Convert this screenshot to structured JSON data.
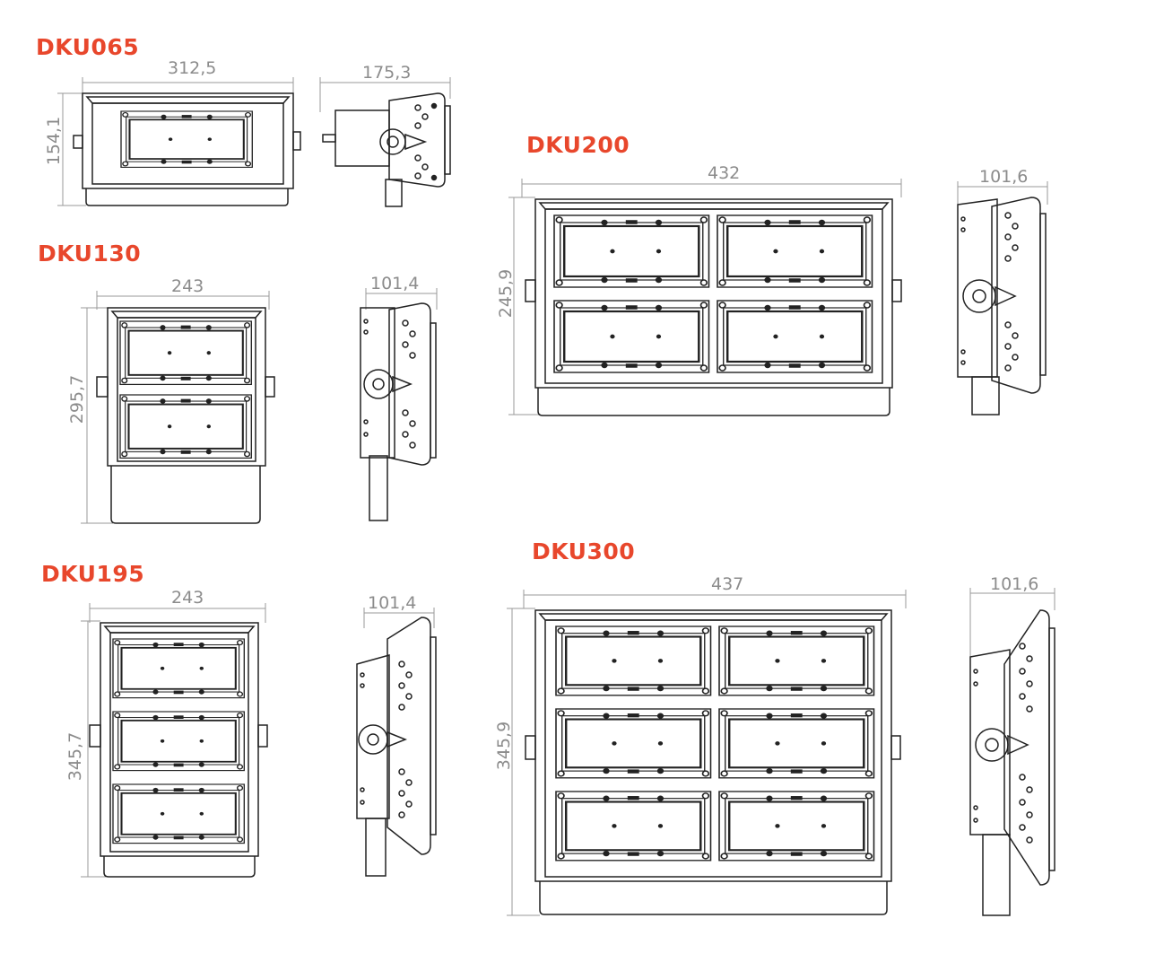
{
  "colors": {
    "title": "#e8472c",
    "dimension_text": "#8c8c8c",
    "line": "#222222",
    "dim_line": "#9a9a9a"
  },
  "models": [
    {
      "name": "DKU065",
      "front_width": "312,5",
      "height": "154,1",
      "side_depth": "175,3"
    },
    {
      "name": "DKU130",
      "front_width": "243",
      "height": "295,7",
      "side_depth": "101,4"
    },
    {
      "name": "DKU195",
      "front_width": "243",
      "height": "345,7",
      "side_depth": "101,4"
    },
    {
      "name": "DKU200",
      "front_width": "432",
      "height": "245,9",
      "side_depth": "101,6"
    },
    {
      "name": "DKU300",
      "front_width": "437",
      "height": "345,9",
      "side_depth": "101,6"
    }
  ]
}
